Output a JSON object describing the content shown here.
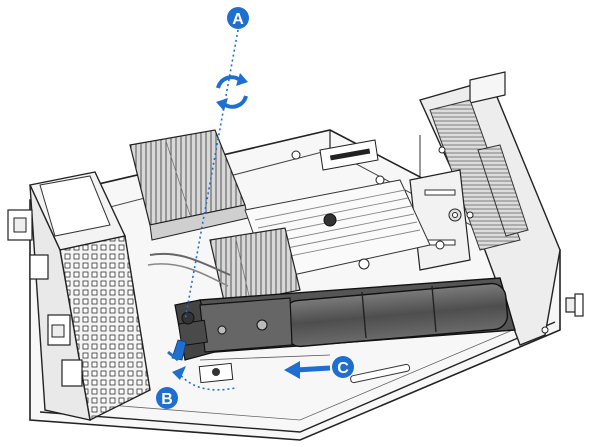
{
  "callouts": [
    {
      "id": "A",
      "label": "A"
    },
    {
      "id": "B",
      "label": "B"
    },
    {
      "id": "C",
      "label": "C"
    }
  ],
  "icons": {
    "rotate": "rotate-arrows-icon",
    "arrow_left": "arrow-left-icon",
    "pointer": "pointer-hand-icon"
  },
  "colors": {
    "accent": "#1f6fd1",
    "line": "#222222",
    "metal_light": "#eeeeee",
    "metal_mid": "#c9c9c9",
    "heatsink": "#bfbfbf",
    "battery": "#5a5a5a",
    "battery_dark": "#3d3d3d",
    "background": "#ffffff"
  }
}
